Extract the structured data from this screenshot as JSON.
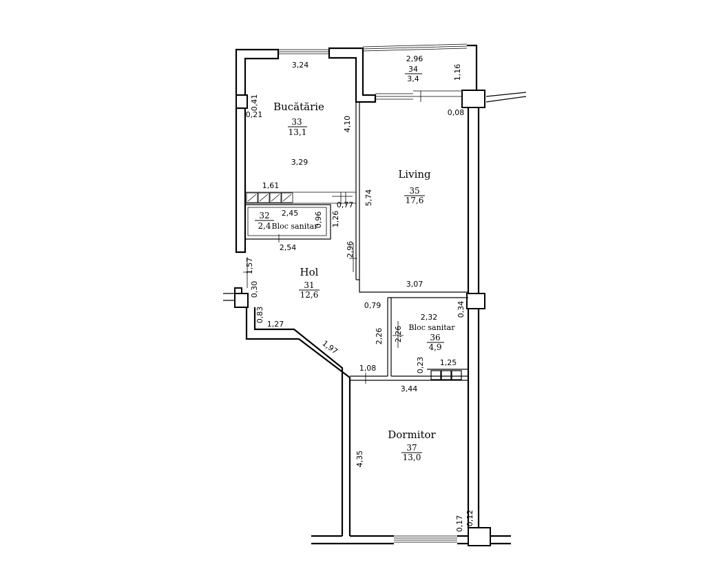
{
  "rooms": {
    "bucatarie": {
      "name": "Bucătărie",
      "number": "33",
      "area": "13,1"
    },
    "living": {
      "name": "Living",
      "number": "35",
      "area": "17,6"
    },
    "hol": {
      "name": "Hol",
      "number": "31",
      "area": "12,6"
    },
    "bloc1": {
      "name": "Bloc sanitar",
      "number": "32",
      "area": "2,4"
    },
    "bloc2": {
      "name": "Bloc sanitar",
      "number": "36",
      "area": "4,9"
    },
    "dormitor": {
      "name": "Dormitor",
      "number": "37",
      "area": "13,0"
    },
    "balcon": {
      "number": "34",
      "area": "3,4"
    }
  },
  "dimensions": {
    "d_3_24": "3,24",
    "d_2_96_top": "2,96",
    "d_1_16": "1,16",
    "d_0_41": "0,41",
    "d_0_21": "0,21",
    "d_4_10": "4,10",
    "d_0_08": "0,08",
    "d_3_29": "3,29",
    "d_1_61": "1,61",
    "d_5_74": "5,74",
    "d_2_45": "2,45",
    "d_0_77": "0,77",
    "d_0_96": "0,96",
    "d_1_26": "1,26",
    "d_2_54": "2,54",
    "d_2_96_side": "2,96",
    "d_1_57": "1,57",
    "d_0_30": "0,30",
    "d_3_07": "3,07",
    "d_0_83": "0,83",
    "d_0_79": "0,79",
    "d_2_32": "2,32",
    "d_0_34": "0,34",
    "d_1_27": "1,27",
    "d_2_26_a": "2,26",
    "d_2_26_b": "2,26",
    "d_1_97": "1,97",
    "d_0_23": "0,23",
    "d_1_25": "1,25",
    "d_1_08": "1,08",
    "d_3_44": "3,44",
    "d_4_35": "4,35",
    "d_0_17": "0,17",
    "d_0_12": "0,12"
  }
}
